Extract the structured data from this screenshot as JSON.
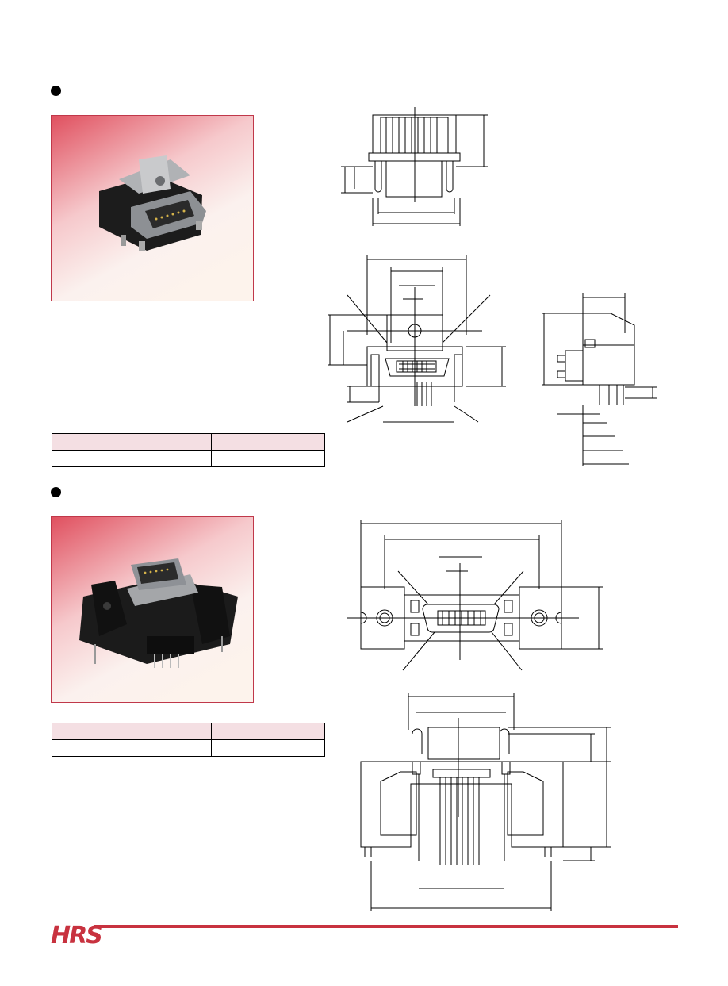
{
  "sections": [
    {
      "id": "right-angle-type",
      "bullet_icon": "bullet-dot-icon",
      "photo_icon": "connector-photo-right-angle-icon",
      "table": {
        "columns": [
          "",
          ""
        ],
        "rows": [
          [
            "",
            ""
          ]
        ]
      }
    },
    {
      "id": "vertical-type",
      "bullet_icon": "bullet-dot-icon",
      "photo_icon": "connector-photo-vertical-icon",
      "table": {
        "columns": [
          "",
          ""
        ],
        "rows": [
          [
            "",
            ""
          ]
        ]
      }
    }
  ],
  "footer": {
    "logo_text": "HRS",
    "accent_color": "#c8323f"
  },
  "colors": {
    "table_header_bg": "#f4dfe3",
    "photo_border": "#c0384a",
    "photo_gradient_top": "#e0505f"
  }
}
